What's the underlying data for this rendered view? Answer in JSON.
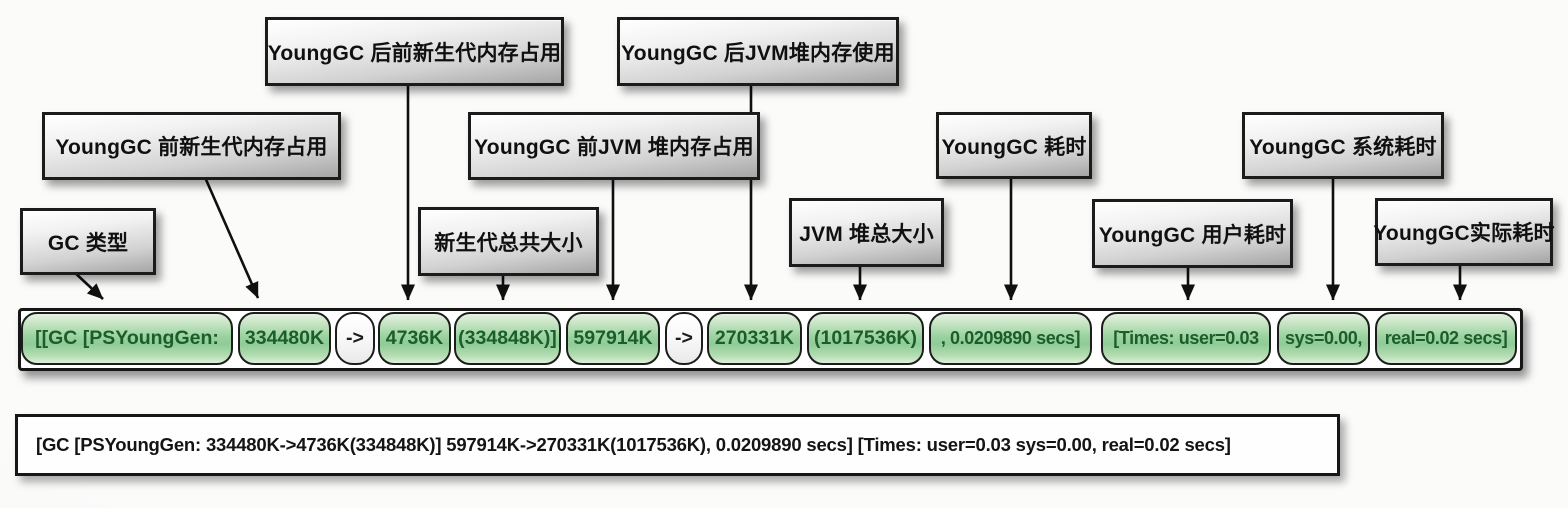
{
  "diagram": {
    "callouts": [
      {
        "label": "YoungGC 后前新生代内存占用",
        "points_to": "4736K"
      },
      {
        "label": "YoungGC 后JVM堆内存使用",
        "points_to": "270331K"
      },
      {
        "label": "YoungGC 前新生代内存占用",
        "points_to": "334480K"
      },
      {
        "label": "YoungGC 前JVM 堆内存占用",
        "points_to": "597914K"
      },
      {
        "label": "YoungGC 耗时",
        "points_to": ", 0.0209890 secs]"
      },
      {
        "label": "YoungGC 系统耗时",
        "points_to": "sys=0.00,"
      },
      {
        "label": "GC 类型",
        "points_to": "[[GC [PSYoungGen:"
      },
      {
        "label": "新生代总共大小",
        "points_to": "(334848K)]"
      },
      {
        "label": "JVM 堆总大小",
        "points_to": "(1017536K)"
      },
      {
        "label": "YoungGC 用户耗时",
        "points_to": "[Times: user=0.03"
      },
      {
        "label": "YoungGC实际耗时",
        "points_to": "real=0.02 secs]"
      }
    ],
    "band": {
      "segments": [
        {
          "text": "[[GC [PSYoungGen:",
          "variant": "green"
        },
        {
          "text": "334480K",
          "variant": "green"
        },
        {
          "text": "->",
          "variant": "white"
        },
        {
          "text": "4736K",
          "variant": "green"
        },
        {
          "text": "(334848K)]",
          "variant": "green"
        },
        {
          "text": "597914K",
          "variant": "green"
        },
        {
          "text": "->",
          "variant": "white"
        },
        {
          "text": "270331K",
          "variant": "green"
        },
        {
          "text": "(1017536K)",
          "variant": "green"
        },
        {
          "text": ", 0.0209890 secs]",
          "variant": "green"
        },
        {
          "text": "[Times: user=0.03",
          "variant": "green"
        },
        {
          "text": "sys=0.00,",
          "variant": "green"
        },
        {
          "text": "real=0.02 secs]",
          "variant": "green"
        }
      ]
    },
    "log_line": "[GC [PSYoungGen: 334480K->4736K(334848K)] 597914K->270331K(1017536K), 0.0209890 secs] [Times: user=0.03 sys=0.00, real=0.02 secs]",
    "colors": {
      "background": "#f5f5f3",
      "callout_border": "#1b1b1b",
      "segment_green": "#9ad2a0",
      "segment_text_green": "#1b5e2b",
      "arrow": "#101010"
    }
  }
}
